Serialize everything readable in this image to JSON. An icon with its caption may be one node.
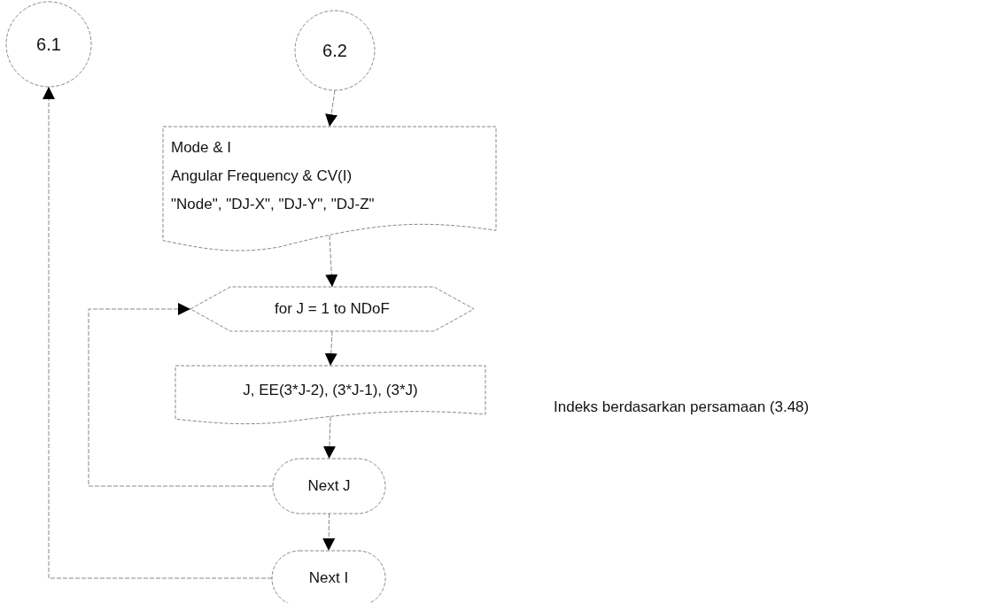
{
  "diagram": {
    "nodes": [
      {
        "text": [
          "6.1"
        ]
      },
      {
        "text": [
          "6.2"
        ]
      },
      {
        "text": [
          "Mode & I",
          "Angular Frequency & CV(I)",
          "\"Node\", \"DJ-X\", \"DJ-Y\", \"DJ-Z\""
        ]
      },
      {
        "text": [
          "for J = 1 to NDoF"
        ]
      },
      {
        "text": [
          "J, EE(3*J-2), (3*J-1), (3*J)"
        ]
      },
      {
        "text": [
          "Next J"
        ]
      },
      {
        "text": [
          "Next I"
        ]
      }
    ],
    "edges": [
      {
        "from": 1,
        "to": 2,
        "arrow": "to"
      },
      {
        "from": 2,
        "to": 3,
        "arrow": "to"
      },
      {
        "from": 3,
        "to": 4,
        "arrow": "to"
      },
      {
        "from": 4,
        "to": 5,
        "arrow": "to"
      },
      {
        "from": 5,
        "to": 3,
        "arrow": "to"
      },
      {
        "from": 5,
        "to": 6,
        "arrow": "to"
      },
      {
        "from": 6,
        "to": 0,
        "arrow": "to"
      }
    ],
    "labels": [
      "Indeks berdasarkan persamaan (3.48)"
    ]
  }
}
